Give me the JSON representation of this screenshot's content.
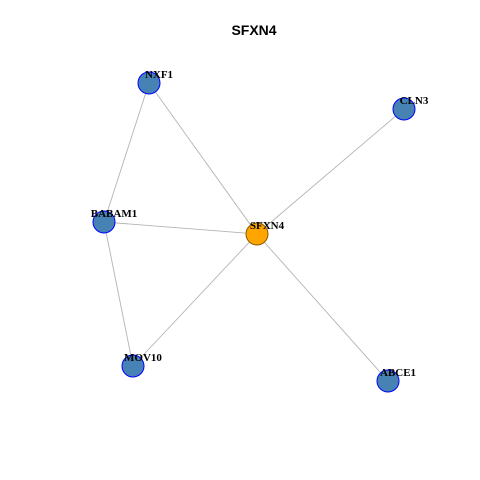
{
  "title": "SFXN4",
  "colors": {
    "center_node_fill": "#ffa500",
    "center_node_stroke": "#8b5a00",
    "node_fill": "#4682b4",
    "node_stroke": "#0000ff",
    "edge": "#b4b4b4"
  },
  "nodes": [
    {
      "id": "SFXN4",
      "label": "SFXN4",
      "center": true
    },
    {
      "id": "NXF1",
      "label": "NXF1",
      "center": false
    },
    {
      "id": "CLN3",
      "label": "CLN3",
      "center": false
    },
    {
      "id": "BABAM1",
      "label": "BABAM1",
      "center": false
    },
    {
      "id": "MOV10",
      "label": "MOV10",
      "center": false
    },
    {
      "id": "ABCE1",
      "label": "ABCE1",
      "center": false
    }
  ],
  "edges": [
    {
      "source": "SFXN4",
      "target": "NXF1"
    },
    {
      "source": "SFXN4",
      "target": "CLN3"
    },
    {
      "source": "SFXN4",
      "target": "BABAM1"
    },
    {
      "source": "SFXN4",
      "target": "MOV10"
    },
    {
      "source": "SFXN4",
      "target": "ABCE1"
    },
    {
      "source": "NXF1",
      "target": "BABAM1"
    },
    {
      "source": "BABAM1",
      "target": "MOV10"
    }
  ]
}
